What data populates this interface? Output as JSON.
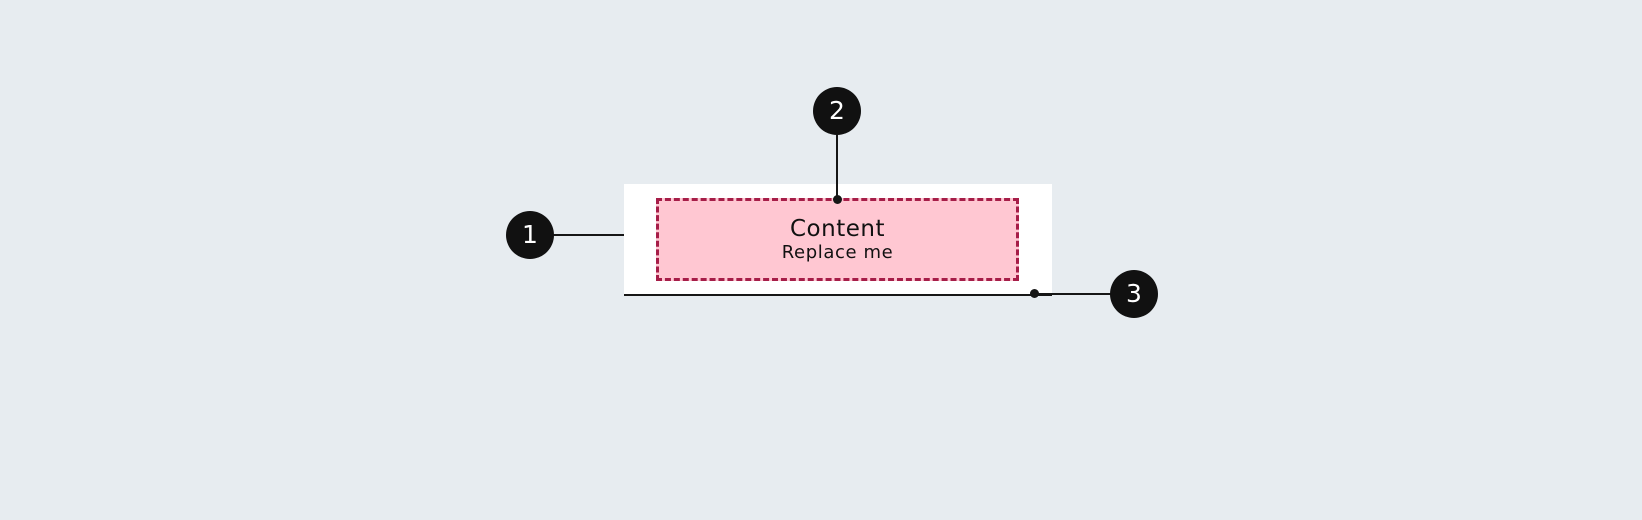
{
  "content_slot": {
    "title": "Content",
    "subtitle": "Replace me"
  },
  "callouts": [
    {
      "number": "1",
      "target": "container"
    },
    {
      "number": "2",
      "target": "content-slot"
    },
    {
      "number": "3",
      "target": "bottom-border"
    }
  ],
  "colors": {
    "background": "#e7ecf0",
    "container": "#ffffff",
    "slot_fill": "#ffc7d2",
    "slot_border": "#a61d48",
    "marker": "#111111",
    "line": "#161616"
  }
}
